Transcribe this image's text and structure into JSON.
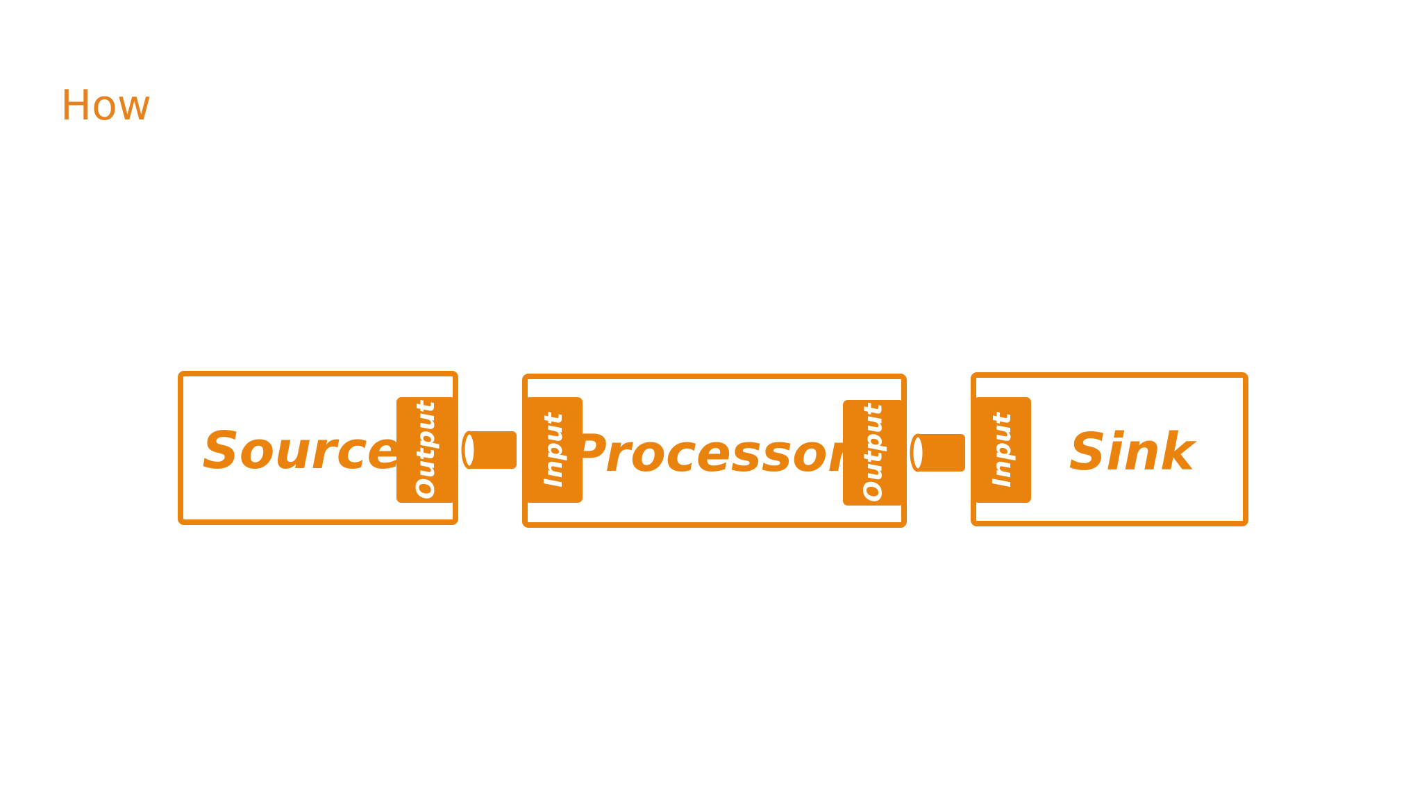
{
  "slide": {
    "title": "How"
  },
  "colors": {
    "accent": "#e9830e",
    "title": "#e6821e",
    "background": "#ffffff",
    "port_text": "#ffffff"
  },
  "diagram": {
    "source": {
      "label": "Source",
      "output_port": "Output"
    },
    "processor": {
      "label": "Processor",
      "input_port": "Input",
      "output_port": "Output"
    },
    "sink": {
      "label": "Sink",
      "input_port": "Input"
    },
    "connectors": [
      {
        "icon": "pipe-icon"
      },
      {
        "icon": "pipe-icon"
      }
    ]
  }
}
